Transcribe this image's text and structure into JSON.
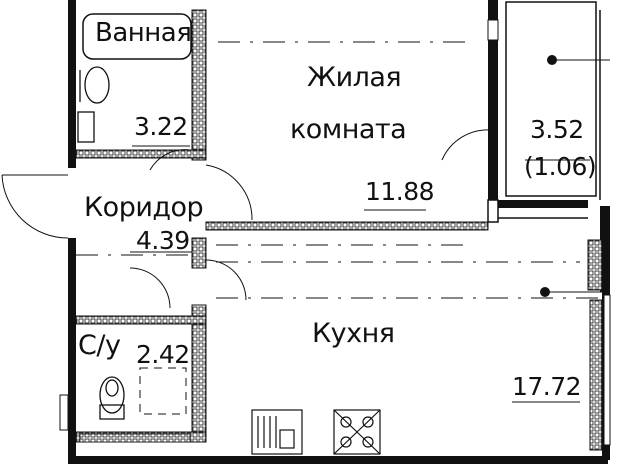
{
  "rooms": {
    "bathroom": {
      "label": "Ванная",
      "area": "3.22"
    },
    "living": {
      "label_line1": "Жилая",
      "label_line2": "комната",
      "area": "11.88"
    },
    "balcony": {
      "area": "3.52",
      "area_reduced": "(1.06)"
    },
    "corridor": {
      "label": "Коридор",
      "area": "4.39"
    },
    "wc": {
      "label": "С/у",
      "area": "2.42"
    },
    "kitchen": {
      "label": "Кухня",
      "area": "17.72"
    }
  }
}
